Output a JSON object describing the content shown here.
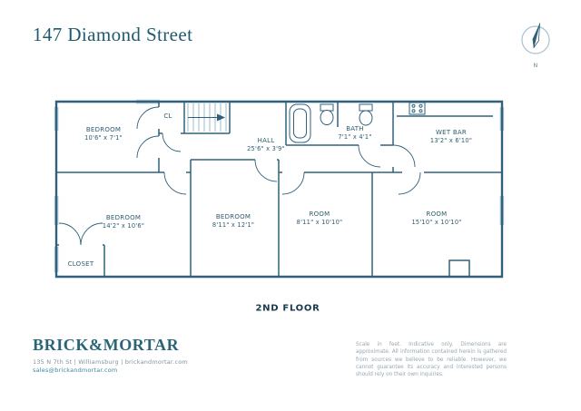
{
  "header": {
    "title": "147 Diamond Street"
  },
  "compass": {
    "label": "N"
  },
  "plan": {
    "floor_label": "2ND FLOOR",
    "rooms": [
      {
        "name": "BEDROOM",
        "dims": "10'6\" x 7'1\""
      },
      {
        "name": "CL",
        "dims": ""
      },
      {
        "name": "HALL",
        "dims": "25'6\" x 3'9\""
      },
      {
        "name": "BATH",
        "dims": "7'1\" x 4'1\""
      },
      {
        "name": "WET BAR",
        "dims": "13'2\" x 6'10\""
      },
      {
        "name": "BEDROOM",
        "dims": "14'2\" x 10'6\""
      },
      {
        "name": "BEDROOM",
        "dims": "8'11\" x 12'1\""
      },
      {
        "name": "ROOM",
        "dims": "8'11\" x 10'10\""
      },
      {
        "name": "ROOM",
        "dims": "15'10\" x 10'10\""
      },
      {
        "name": "CLOSET",
        "dims": ""
      }
    ]
  },
  "footer": {
    "brand": "BRICK&MORTAR",
    "address": "135 N 7th St | Williamsburg | brickandmortar.com",
    "email": "sales@brickandmortar.com",
    "disclaimer": "Scale in feet. Indicative only. Dimensions are approximate. All information contained herein is gathered from sources we believe to be reliable. However, we cannot guarantee its accuracy and interested persons should rely on their own inquiries."
  },
  "colors": {
    "accent": "#2a6577",
    "wall": "#30607b",
    "window": "#b3cedb",
    "muted": "#96a8b2"
  }
}
